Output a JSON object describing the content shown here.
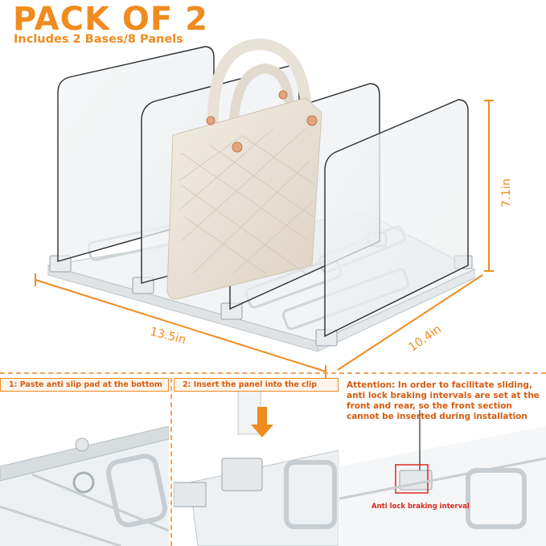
{
  "header": {
    "title": "PACK OF 2",
    "subtitle": "Includes 2 Bases/8 Panels"
  },
  "dimensions": {
    "width": "13.5in",
    "depth": "10.4in",
    "height": "7.1in"
  },
  "steps": [
    {
      "label": "1: Paste anti slip pad at the bottom"
    },
    {
      "label": "2: Insert the panel into the clip"
    }
  ],
  "attention": {
    "text": "Attention: In order to facilitate sliding, anti lock braking intervals are set at the front and rear, so the front section cannot be inserted during installation",
    "callout": "Anti lock braking interval"
  },
  "colors": {
    "accent": "#f08b1f",
    "callout_red": "#d9281e"
  }
}
